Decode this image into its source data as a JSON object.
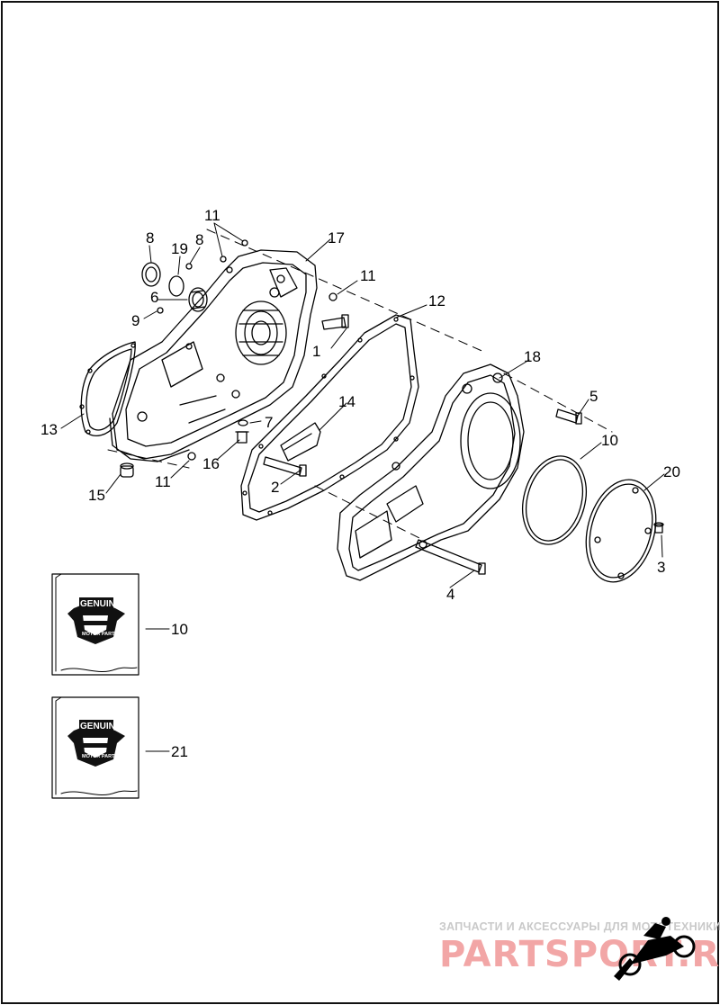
{
  "callouts": [
    {
      "id": "c1",
      "label": "1"
    },
    {
      "id": "c2",
      "label": "2"
    },
    {
      "id": "c3",
      "label": "3"
    },
    {
      "id": "c4",
      "label": "4"
    },
    {
      "id": "c5",
      "label": "5"
    },
    {
      "id": "c6",
      "label": "6"
    },
    {
      "id": "c7",
      "label": "7"
    },
    {
      "id": "c8",
      "label": "8"
    },
    {
      "id": "c9a",
      "label": "9"
    },
    {
      "id": "c9b",
      "label": "9"
    },
    {
      "id": "c10a",
      "label": "10"
    },
    {
      "id": "c10b",
      "label": "10"
    },
    {
      "id": "c11a",
      "label": "11"
    },
    {
      "id": "c11b",
      "label": "11"
    },
    {
      "id": "c11c",
      "label": "11"
    },
    {
      "id": "c12",
      "label": "12"
    },
    {
      "id": "c13",
      "label": "13"
    },
    {
      "id": "c14",
      "label": "14"
    },
    {
      "id": "c15",
      "label": "15"
    },
    {
      "id": "c16",
      "label": "16"
    },
    {
      "id": "c17",
      "label": "17"
    },
    {
      "id": "c18",
      "label": "18"
    },
    {
      "id": "c19",
      "label": "19"
    },
    {
      "id": "c20",
      "label": "20"
    },
    {
      "id": "c21",
      "label": "21"
    }
  ],
  "badge": {
    "genuine": "GENUINE",
    "motor_parts": "MOTOR PARTS"
  },
  "watermark": {
    "tagline": "ЗАПЧАСТИ И АКСЕССУАРЫ ДЛЯ МОТОТЕХНИКИ",
    "brand": "PARTSPORT.RU",
    "brand_color": "#f2a6a6"
  },
  "icons": [
    "motorcycle-rider-icon",
    "harley-bar-shield-logo"
  ]
}
